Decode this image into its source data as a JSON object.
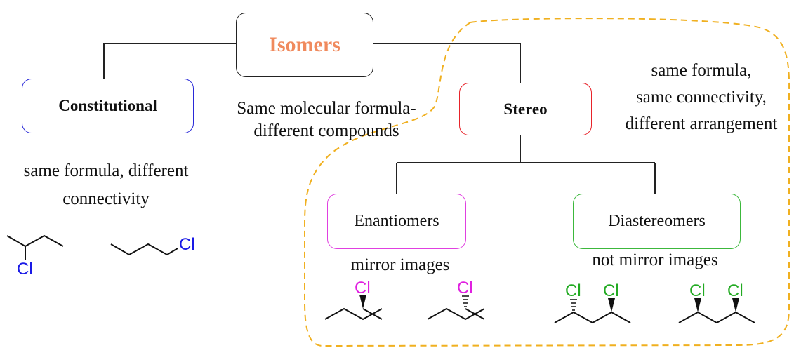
{
  "title": "Isomers",
  "root_note": "Same molecular formula-\ndifferent compounds",
  "constitutional": {
    "label": "Constitutional",
    "desc": "same formula, different\nconnectivity",
    "cl_label": "Cl"
  },
  "stereo": {
    "label": "Stereo",
    "desc": "same formula,\nsame connectivity,\ndifferent arrangement"
  },
  "enantiomers": {
    "label": "Enantiomers",
    "desc": "mirror images",
    "cl_label": "Cl"
  },
  "diastereomers": {
    "label": "Diastereomers",
    "desc": "not mirror images",
    "cl_label": "Cl"
  },
  "colors": {
    "title": "#f08a5d",
    "constitutional_border": "#2a2ad8",
    "stereo_border": "#e8232a",
    "enantiomers_border": "#e040e0",
    "diastereomers_border": "#3cb83c",
    "dashed_outline": "#f0b020",
    "cl_blue": "#1a1ae6",
    "cl_magenta": "#e020e0",
    "cl_green": "#22aa22"
  }
}
